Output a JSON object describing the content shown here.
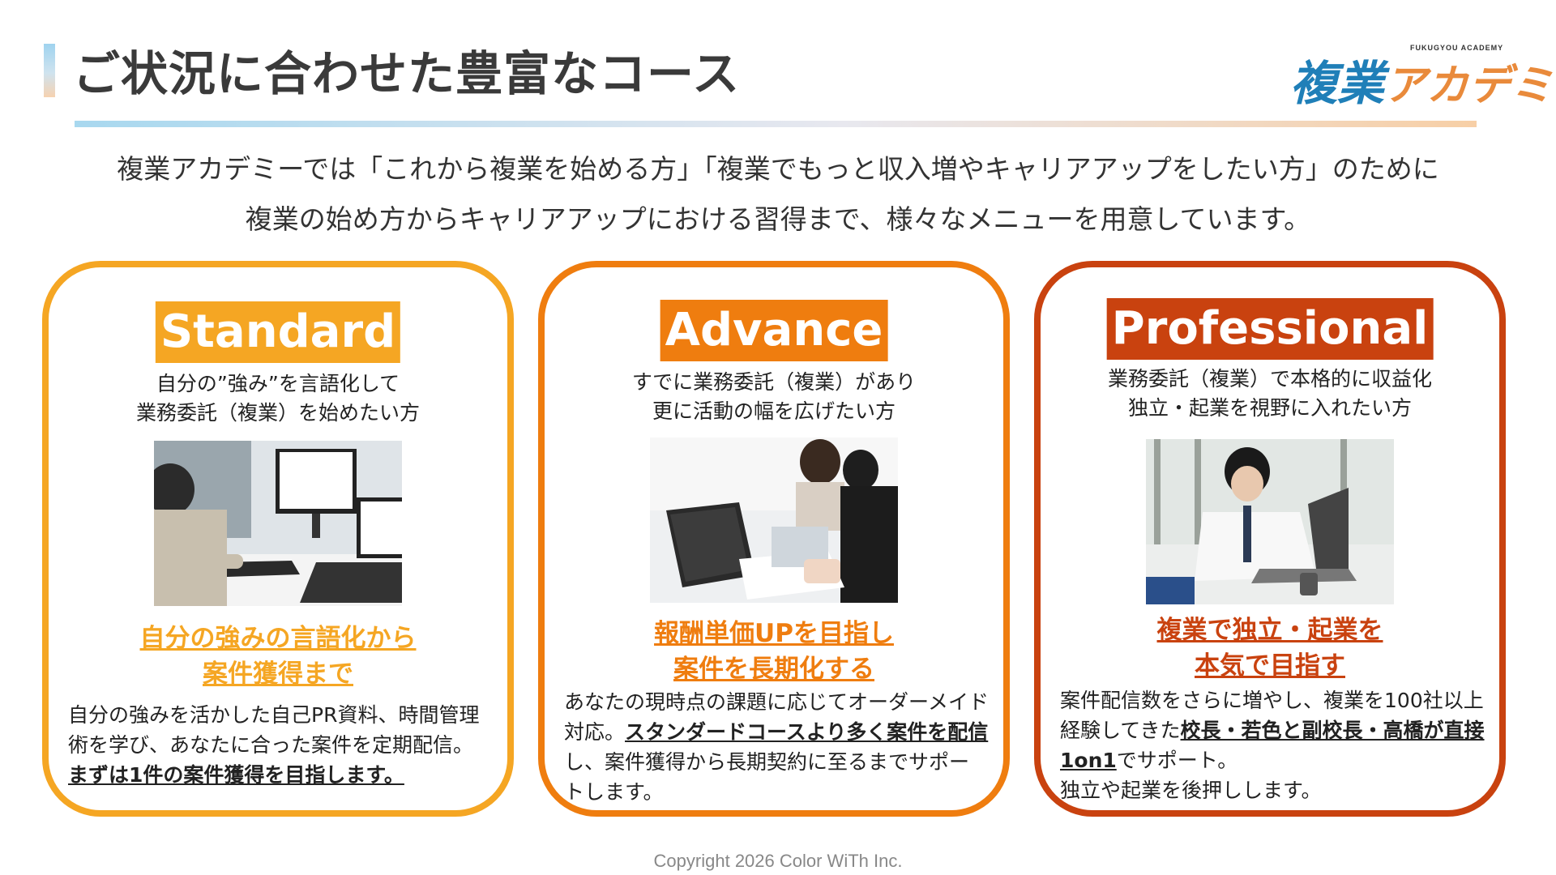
{
  "page": {
    "title": "ご状況に合わせた豊富なコース",
    "intro_line1": "複業アカデミーでは「これから複業を始める方」「複業でもっと収入増やキャリアアップをしたい方」のために",
    "intro_line2": "複業の始め方からキャリアアップにおける習得まで、様々なメニューを用意しています。",
    "copyright": "Copyright 2026 Color WiTh Inc."
  },
  "logo": {
    "main_part1": "複業",
    "main_part2": "アカデミー",
    "sub": "FUKUGYOU ACADEMY"
  },
  "colors": {
    "standard": "#f5a623",
    "advance": "#ef7d0f",
    "professional": "#c9420f"
  },
  "courses": {
    "standard": {
      "name": "Standard",
      "target_line1": "自分の”強み”を言語化して",
      "target_line2": "業務委託（複業）を始めたい方",
      "photo_icon": "person-at-desktop-photo",
      "headline_line1": "自分の強みの言語化から",
      "headline_line2": "案件獲得まで",
      "desc_text": "自分の強みを活かした自己PR資料、時間管理術を学び、あなたに合った案件を定期配信。",
      "desc_bold": "まずは1件の案件獲得を目指します。"
    },
    "advance": {
      "name": "Advance",
      "target_line1": "すでに業務委託（複業）があり",
      "target_line2": "更に活動の幅を広げたい方",
      "photo_icon": "business-meeting-photo",
      "headline_line1": "報酬単価UPを目指し",
      "headline_line2": "案件を長期化する",
      "desc_text1": "あなたの現時点の課題に応じてオーダーメイド対応。",
      "desc_bold": "スタンダードコースより多く案件を配信",
      "desc_text2": "し、案件獲得から長期契約に至るまでサポートします。"
    },
    "professional": {
      "name": "Professional",
      "target_line1": "業務委託（複業）で本格的に収益化",
      "target_line2": "独立・起業を視野に入れたい方",
      "photo_icon": "man-with-laptop-photo",
      "headline_line1": "複業で独立・起業を",
      "headline_line2": "本気で目指す",
      "desc_text1": "案件配信数をさらに増やし、複業を100社以上経験してきた",
      "desc_bold": "校長・若色と副校長・高橋が直接1on1",
      "desc_text2": "でサポート。",
      "desc_text3": "独立や起業を後押しします。"
    }
  }
}
